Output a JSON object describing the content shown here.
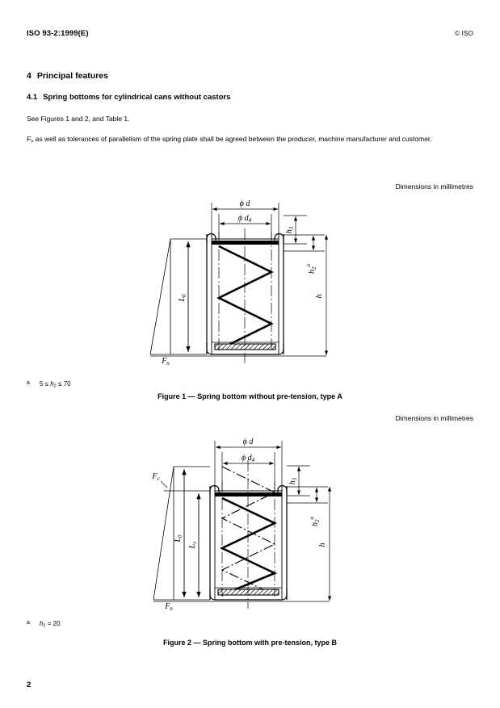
{
  "header": {
    "doc_ref": "ISO 93-2:1999(E)",
    "copyright": "© ISO"
  },
  "clauses": {
    "h1_number": "4",
    "h1_title": "Principal features",
    "h2_number": "4.1",
    "h2_title": "Spring bottoms for cylindrical cans without castors",
    "see_paragraph": "See Figures 1 and 2, and Table 1.",
    "fv_paragraph_symbol": "F",
    "fv_paragraph_subscript": "v",
    "fv_paragraph_rest": " as well as tolerances of parallelism of the spring plate shall be agreed between the producer, machine manufacturer and customer."
  },
  "figures": [
    {
      "dimensions_note": "Dimensions in millimetres",
      "footnote_mark": "a",
      "footnote_text_parts": {
        "lhs": "5 ≤ ",
        "sym": "h",
        "sub": "2",
        "rhs": " ≤ 70"
      },
      "caption": "Figure 1 — Spring bottom without pre-tension, type A",
      "labels": {
        "phi_d": "ϕ d",
        "phi_d4_sym": "ϕ d",
        "phi_d4_sub": "4",
        "h3_sym": "h",
        "h3_sub": "3",
        "h2_sym": "h",
        "h2_sub": "2",
        "h2_sup": "a",
        "h_sym": "h",
        "L0_sym": "L",
        "L0_sub": "0",
        "Fn_sym": "F",
        "Fn_sub": "n"
      }
    },
    {
      "dimensions_note": "Dimensions in millimetres",
      "footnote_mark": "a",
      "footnote_text_parts": {
        "lhs": "",
        "sym": "h",
        "sub": "2",
        "rhs": " = 20"
      },
      "caption": "Figure 2 — Spring bottom with pre-tension, type B",
      "labels": {
        "phi_d": "ϕ d",
        "phi_d4_sym": "ϕ d",
        "phi_d4_sub": "4",
        "h3_sym": "h",
        "h3_sub": "3",
        "h2_sym": "h",
        "h2_sub": "2",
        "h2_sup": "a",
        "h_sym": "h",
        "L0_sym": "L",
        "L0_sub": "0",
        "Lv_sym": "L",
        "Lv_sub": "v",
        "Fn_sym": "F",
        "Fn_sub": "n",
        "Fv_sym": "F",
        "Fv_sub": "v"
      }
    }
  ],
  "footer": {
    "page_number": "2"
  }
}
